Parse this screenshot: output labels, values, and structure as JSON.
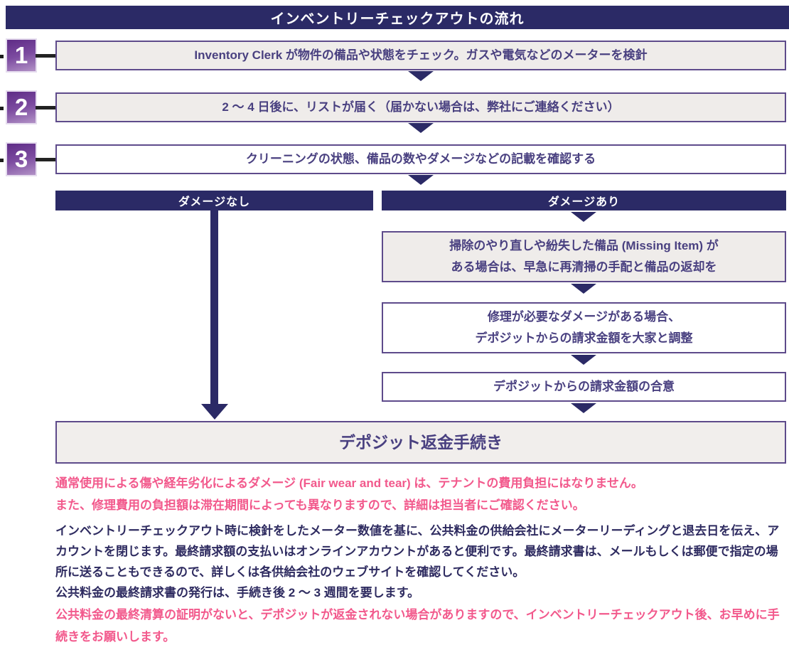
{
  "title": "インベントリーチェックアウトの流れ",
  "steps": [
    {
      "number": "1",
      "text": "Inventory Clerk が物件の備品や状態をチェック。ガスや電気などのメーターを検針"
    },
    {
      "number": "2",
      "text": "2 ～ 4 日後に、リストが届く（届かない場合は、弊社にご連絡ください）"
    },
    {
      "number": "3",
      "text": "クリーニングの状態、備品の数やダメージなどの記載を確認する"
    }
  ],
  "branches": {
    "left": {
      "label": "ダメージなし"
    },
    "right": {
      "label": "ダメージあり",
      "boxes": [
        {
          "line1": "掃除のやり直しや紛失した備品 (Missing Item) が",
          "line2": "ある場合は、早急に再清掃の手配と備品の返却を"
        },
        {
          "line1": "修理が必要なダメージがある場合、",
          "line2": "デポジットからの請求金額を大家と調整"
        },
        {
          "line1": "デポジットからの請求金額の合意"
        }
      ]
    }
  },
  "final_box": "デポジット返金手続き",
  "notes": [
    {
      "lines": [
        "通常使用による傷や経年劣化によるダメージ (Fair wear and tear)  は、テナントの費用負担にはなりません。",
        "また、修理費用の負担額は滞在期間によっても異なりますので、詳細は担当者にご確認ください。"
      ]
    },
    {
      "lines": [
        "インベントリーチェックアウト時に検針をしたメーター数値を基に、公共料金の供給会社にメーターリーディングと退去日を伝え、アカウントを閉じます。最終請求額の支払いはオンラインアカウントがあると便利です。最終請求書は、メールもしくは郵便で指定の場所に送ることもできるので、詳しくは各供給会社のウェブサイトを確認してください。",
        "公共料金の最終請求書の発行は、手続き後 2 ～ 3 週間を要します。"
      ]
    },
    {
      "lines": [
        "公共料金の最終清算の証明がないと、デポジットが返金されない場合がありますので、インベントリーチェックアウト後、お早めに手続きをお願いします。"
      ]
    }
  ],
  "colors": {
    "navy": "#2b2a66",
    "box_border_purple": "#5e4b8b",
    "box_fill_gray": "#efecea",
    "final_fill": "#f1eeec",
    "pink": "#f2598c",
    "body_navy": "#2e2b60",
    "number_gradient_top": "#5e2c86",
    "number_gradient_bottom": "#b292c6",
    "connector_black": "#222222"
  }
}
